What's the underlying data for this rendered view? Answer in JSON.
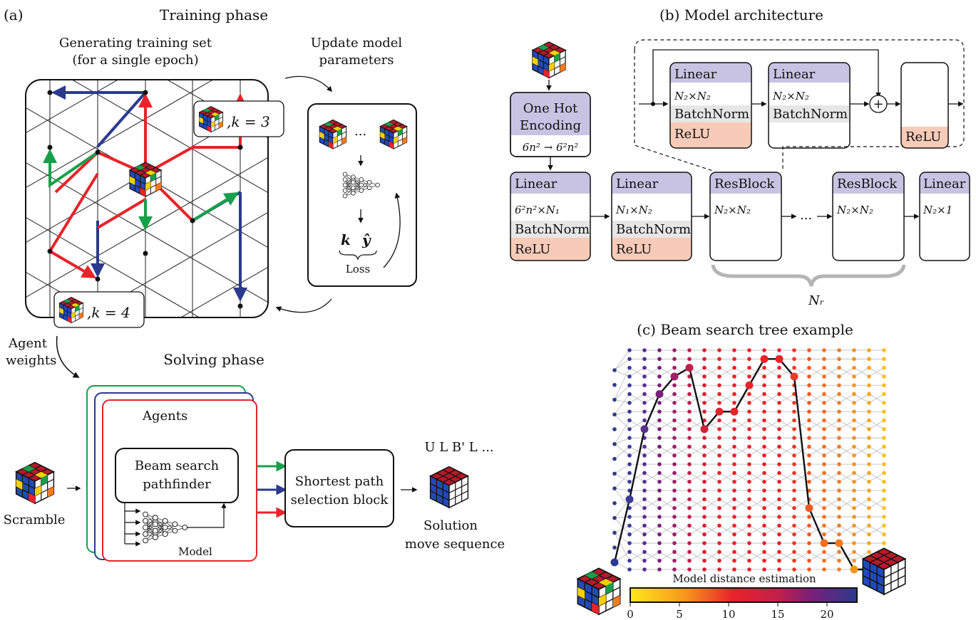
{
  "panel_a": {
    "label": "(a)",
    "title": "Training phase",
    "training_set_title_1": "Generating training set",
    "training_set_title_2": "(for a single epoch)",
    "update_title_1": "Update model",
    "update_title_2": "parameters",
    "k3": ",k = 3",
    "k4": ",k = 4",
    "loss_k": "k",
    "loss_y": "ŷ",
    "loss": "Loss",
    "ellipsis": "...",
    "agent_weights_1": "Agent",
    "agent_weights_2": "weights",
    "solving_title": "Solving phase",
    "agents": "Agents",
    "beam_1": "Beam search",
    "beam_2": "pathfinder",
    "model": "Model",
    "scramble": "Scramble",
    "shortest_1": "Shortest path",
    "shortest_2": "selection block",
    "moves": "U L B' L ...",
    "solution_1": "Solution",
    "solution_2": "move sequence"
  },
  "panel_b": {
    "title": "(b) Model architecture",
    "onehot_1": "One Hot",
    "onehot_2": "Encoding",
    "onehot_dim": "6n² → 6²n²",
    "linear": "Linear",
    "batchnorm": "BatchNorm",
    "relu": "ReLU",
    "resblock": "ResBlock",
    "dim1": "6²n²×N₁",
    "dim2": "N₁×N₂",
    "dim3": "N₂×N₂",
    "dim_out": "N₂×1",
    "dots": "...",
    "plus": "+",
    "nr": "Nᵣ"
  },
  "panel_c": {
    "title": "(c) Beam search tree example",
    "colorbar_label": "Model distance estimation",
    "ticks": [
      "0",
      "5",
      "10",
      "15",
      "20"
    ]
  },
  "colors": {
    "red": "#e8232a",
    "blue": "#2b3a8f",
    "green": "#17a04a",
    "violet": "#c9c3e3",
    "salmon": "#f7cbb8",
    "gray": "#e6e6e6"
  }
}
